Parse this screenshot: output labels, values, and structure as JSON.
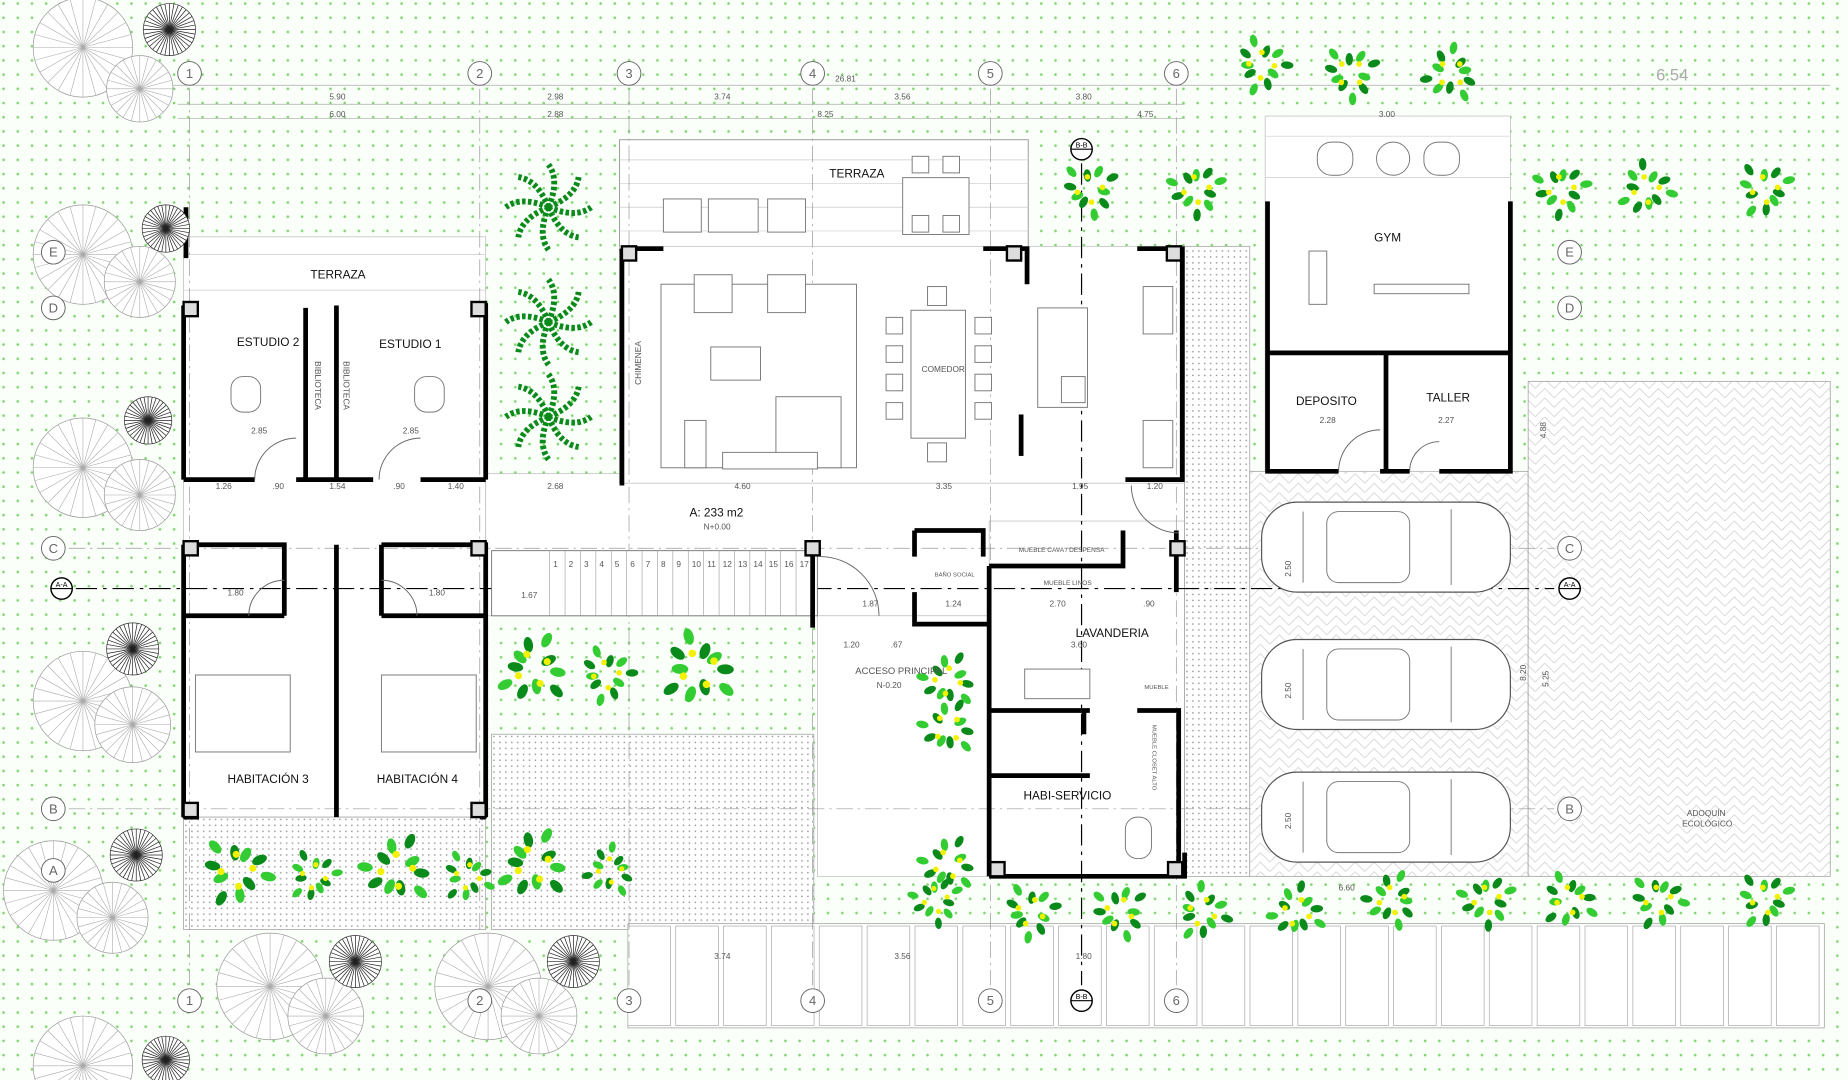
{
  "plan": {
    "area": "A: 233 m2",
    "level": "N+0.00",
    "level_access": "N-0.20",
    "total_width": "26.81",
    "top_right_dim": "6.54",
    "rooms": {
      "terraza_main": "TERRAZA",
      "terraza_left": "TERRAZA",
      "estudio2": "ESTUDIO 2",
      "estudio1": "ESTUDIO 1",
      "biblioteca_a": "BIBLIOTECA",
      "biblioteca_b": "BIBLIOTECA",
      "chimenea": "CHIMENEA",
      "comedor": "COMEDOR",
      "gym": "GYM",
      "deposito": "DEPOSITO",
      "taller": "TALLER",
      "habitacion3": "HABITACIÓN 3",
      "habitacion4": "HABITACIÓN 4",
      "bano_social": "BAÑO SOCIAL",
      "mueble_cava": "MUEBLE CAVA  /  DESPENSA",
      "mueble_linos": "MUEBLE LINOS",
      "lavanderia": "LAVANDERIA",
      "acceso": "ACCESO PRINCIPAL",
      "mueble": "MUEBLE",
      "closet": "MUEBLE CLOSET ALTO",
      "habi_servicio": "HABI-SERVICIO",
      "adoquin_1": "ADOQUÍN",
      "adoquin_2": "ECOLÓGICO"
    },
    "grid_columns": [
      "1",
      "2",
      "3",
      "4",
      "5",
      "6"
    ],
    "grid_rows": [
      "E",
      "D",
      "C",
      "B",
      "A"
    ],
    "sections": {
      "a": "A-A",
      "b": "B-B"
    },
    "dims_top1": [
      "5.90",
      "2.98",
      "3.74",
      "3.56",
      "3.80"
    ],
    "dims_top2": [
      "6.00",
      "2.88",
      "8.25",
      "4.75",
      "3.00"
    ],
    "dims_hall": [
      "1.26",
      ".90",
      "1.54",
      ".90",
      "1.40",
      "2.68",
      "4.60",
      "3.35",
      "1.95",
      "1.20"
    ],
    "dims_mid": [
      "1.67",
      "1.87",
      "1.24",
      "2.70",
      ".90",
      "1.20",
      ".67",
      "3.60",
      "2.28",
      "2.27",
      "2.85",
      "2.85",
      "1.80",
      "1.80"
    ],
    "dims_bottom": [
      "3.74",
      "3.56",
      "1.80",
      "6.60",
      "4.88",
      "8.20",
      "5.25",
      "2.50",
      "2.50",
      "2.50"
    ],
    "stair_steps": [
      "1",
      "2",
      "3",
      "4",
      "5",
      "6",
      "7",
      "8",
      "9",
      "10",
      "11",
      "12",
      "13",
      "14",
      "15",
      "16",
      "17"
    ]
  },
  "colors": {
    "ground": "#e9f7e6",
    "dot": "#7fd66f",
    "wall": "#000000",
    "leaf_light": "#33cc33",
    "leaf_dark": "#0a8a1a",
    "flower": "#f2f200"
  }
}
